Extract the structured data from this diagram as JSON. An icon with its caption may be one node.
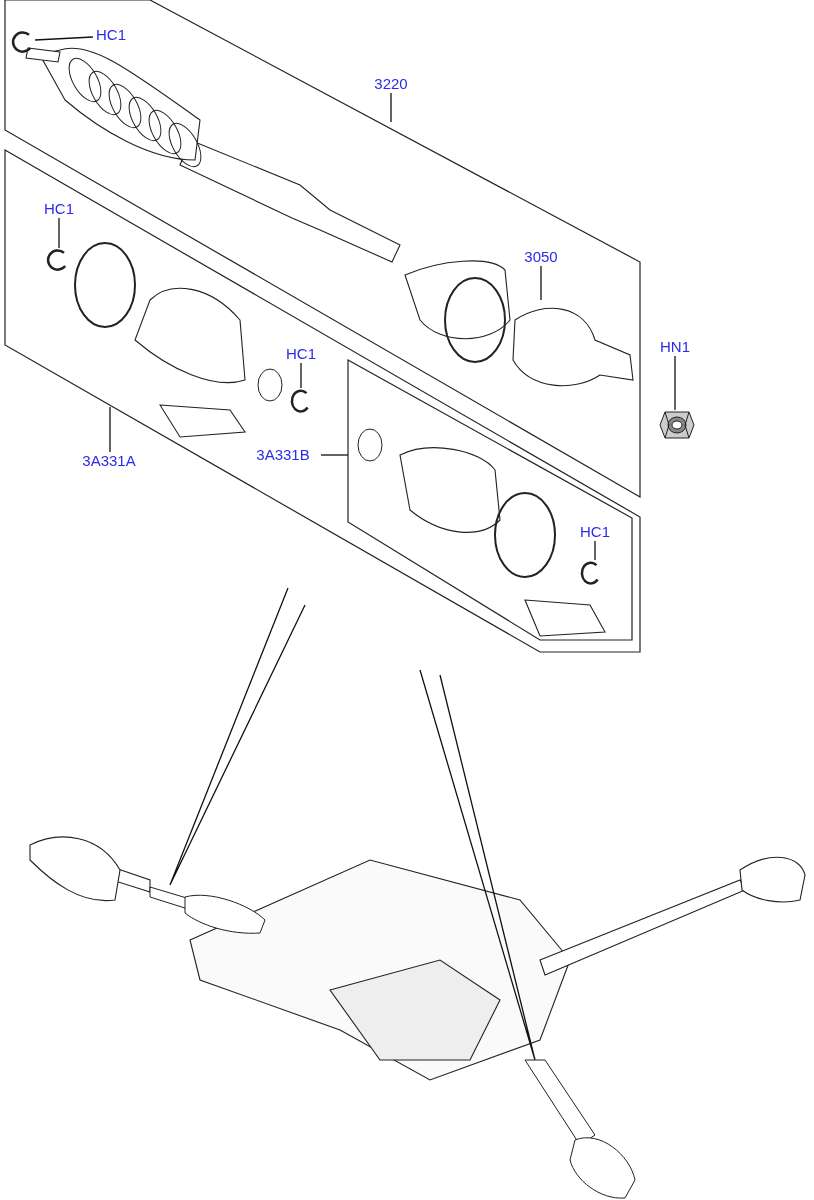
{
  "diagram": {
    "nodes": [
      {
        "text": [
          "HC1"
        ],
        "in": 3
      },
      {
        "text": [],
        "shape": "picture",
        "in": 3
      },
      {
        "text": [
          "3220"
        ]
      },
      {
        "text": [],
        "shape": "box"
      },
      {
        "text": [
          "HC1"
        ],
        "in": 13
      },
      {
        "text": [],
        "shape": "picture",
        "in": 13
      },
      {
        "text": [
          "HC1"
        ],
        "in": 13
      },
      {
        "text": [],
        "shape": "picture",
        "in": 13
      },
      {
        "text": [
          "3050"
        ],
        "in": 3
      },
      {
        "text": [],
        "shape": "picture",
        "in": 3
      },
      {
        "text": [
          "HN1"
        ]
      },
      {
        "text": [],
        "shape": "picture"
      },
      {
        "text": [
          "3A331A"
        ]
      },
      {
        "text": [],
        "shape": "box"
      },
      {
        "text": [
          "3A331B"
        ],
        "in": 13
      },
      {
        "text": [],
        "shape": "box",
        "in": 13
      },
      {
        "text": [
          "HC1"
        ],
        "in": 15
      },
      {
        "text": [],
        "shape": "picture",
        "in": 15
      },
      {
        "text": [],
        "shape": "picture"
      },
      {
        "text": [],
        "shape": "picture"
      }
    ],
    "edges": [
      {
        "from": 0,
        "to": 1,
        "arrow": "none"
      },
      {
        "from": 2,
        "to": 3,
        "arrow": "none"
      },
      {
        "from": 4,
        "to": 5,
        "arrow": "none"
      },
      {
        "from": 6,
        "to": 7,
        "arrow": "none"
      },
      {
        "from": 8,
        "to": 9,
        "arrow": "none"
      },
      {
        "from": 10,
        "to": 11,
        "arrow": "none"
      },
      {
        "from": 12,
        "to": 13,
        "arrow": "none"
      },
      {
        "from": 14,
        "to": 15,
        "arrow": "none"
      },
      {
        "from": 16,
        "to": 17,
        "arrow": "none"
      },
      {
        "from": null,
        "to": 18,
        "arrow": "none"
      },
      {
        "from": null,
        "to": 19,
        "arrow": "none"
      }
    ]
  }
}
